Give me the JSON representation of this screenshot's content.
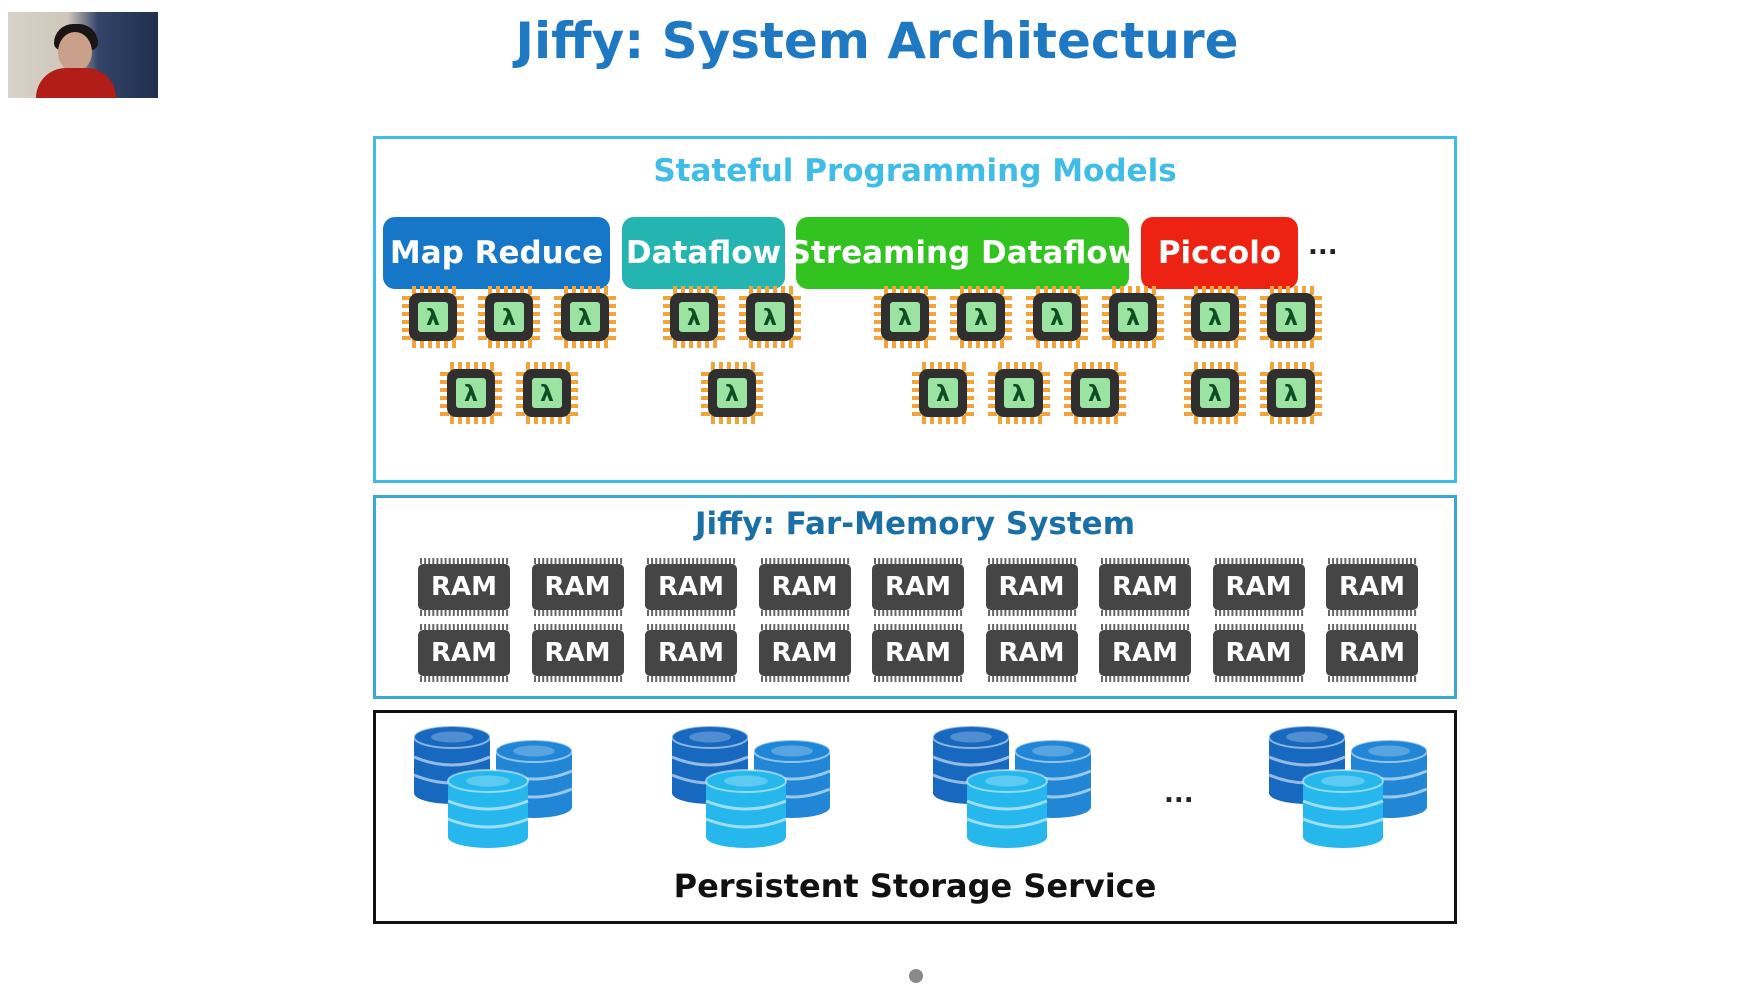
{
  "slide": {
    "title": "Jiffy: System Architecture"
  },
  "models": {
    "title": "Stateful Programming Models",
    "ellipsis": "...",
    "items": [
      {
        "label": "Map Reduce",
        "color": "#1677c8"
      },
      {
        "label": "Dataflow",
        "color": "#24b5b0"
      },
      {
        "label": "Streaming Dataflow",
        "color": "#33c320"
      },
      {
        "label": "Piccolo",
        "color": "#ee2212"
      }
    ],
    "lambda_glyph": "λ",
    "chip_colors": {
      "frame": "#2f2f2f",
      "pins": "#f0a53a",
      "core": "#9be3a1",
      "glyph": "#0f4d22"
    }
  },
  "memory": {
    "title": "Jiffy: Far-Memory System",
    "ram_label": "RAM",
    "ram_color": "#454545"
  },
  "storage": {
    "title": "Persistent Storage Service",
    "ellipsis": "...",
    "db_colors": {
      "dark": "#1769c0",
      "mid": "#2186d6",
      "light": "#26b8ec"
    }
  }
}
